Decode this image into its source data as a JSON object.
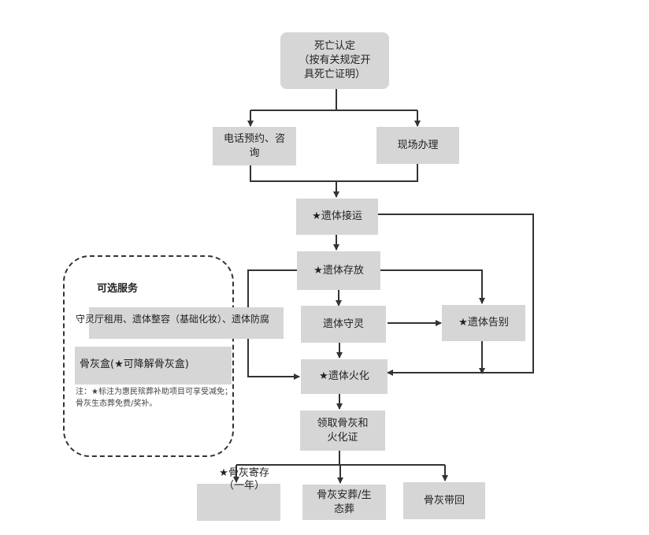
{
  "steps": {
    "death": "死亡认定\n（按有关规定开\n具死亡证明）",
    "phone": "电话预约、咨\n询",
    "onsite": "现场办理",
    "transport": "★遗体接运",
    "storage": "★遗体存放",
    "vigil": "遗体守灵",
    "farewell": "★遗体告别",
    "cremation": "★遗体火化",
    "collect": "领取骨灰和\n火化证",
    "ash_store": "★骨灰寄存\n（一年）",
    "ash_burial": "骨灰安葬/生\n态葬",
    "ash_home": "骨灰带回"
  },
  "optional": {
    "title": "可选服务",
    "services": "守灵厅租用、遗体整容（基础化妆）、遗体防腐",
    "urn": "骨灰盒(★可降解骨灰盒)",
    "note": "注：★标注为惠民殡葬补助项目可享受减免；骨灰生态葬免费/奖补。"
  },
  "colors": {
    "box": "#d6d6d6",
    "line": "#333333"
  }
}
